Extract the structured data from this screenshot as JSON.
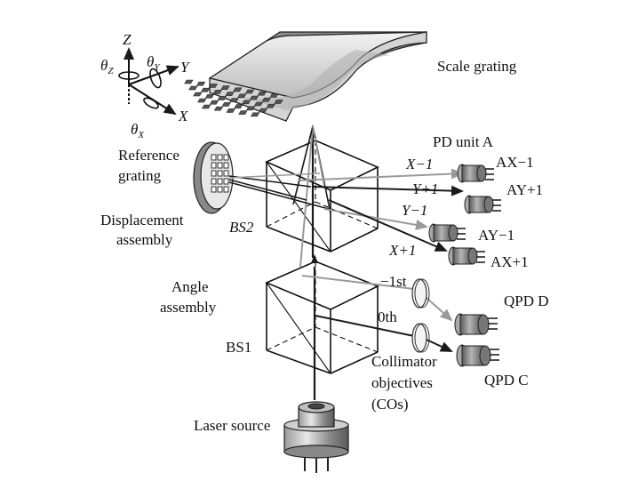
{
  "axes": {
    "z": "Z",
    "y": "Y",
    "x": "X",
    "theta_z": "θ",
    "theta_z_sub": "Z",
    "theta_y": "θ",
    "theta_y_sub": "Y",
    "theta_x": "θ",
    "theta_x_sub": "X"
  },
  "labels": {
    "scale_grating": "Scale grating",
    "reference_grating_l1": "Reference",
    "reference_grating_l2": "grating",
    "displacement_assembly_l1": "Displacement",
    "displacement_assembly_l2": "assembly",
    "bs2": "BS2",
    "angle_assembly_l1": "Angle",
    "angle_assembly_l2": "assembly",
    "bs1": "BS1",
    "pd_unit": "PD unit A",
    "beam_x_minus": "X−1",
    "beam_y_plus": "Y+1",
    "beam_y_minus": "Y−1",
    "beam_x_plus": "X+1",
    "pd_ax_minus": "AX−1",
    "pd_ay_plus": "AY+1",
    "pd_ay_minus": "AY−1",
    "pd_ax_plus": "AX+1",
    "order_minus_1st": "−1st",
    "order_0th": "0th",
    "qpd_d": "QPD D",
    "qpd_c": "QPD C",
    "collimator_l1": "Collimator",
    "collimator_l2": "objectives",
    "collimator_l3": "(COs)",
    "laser_source": "Laser source"
  },
  "colors": {
    "beam_dark": "#1a1a1a",
    "beam_gray": "#9a9a9a",
    "metal_light": "#d8d8d8",
    "metal_dark": "#6e6e6e"
  }
}
